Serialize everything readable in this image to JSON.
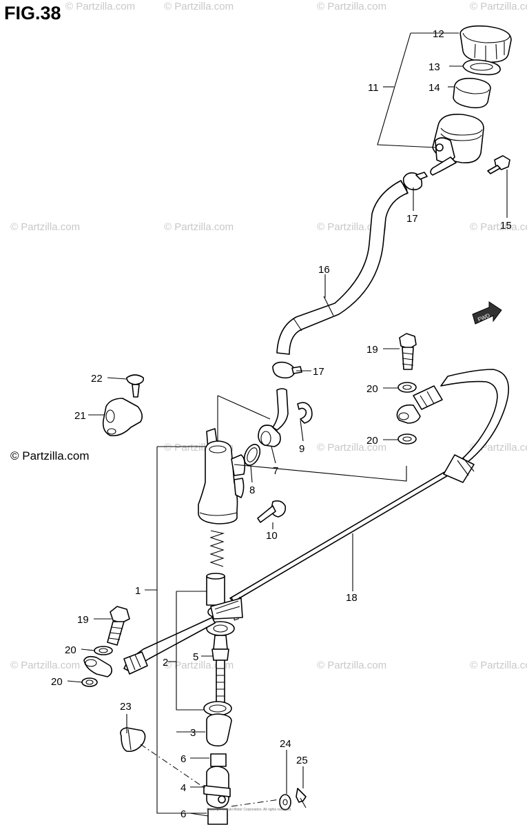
{
  "figure": {
    "title": "FIG.38",
    "credit": "© Partzilla.com",
    "copyright": "Copyright Suzuki Motor Corporation. All rights reserved.",
    "watermark": "© Partzilla.com"
  },
  "callouts": [
    {
      "id": "c1",
      "number": "1"
    },
    {
      "id": "c2",
      "number": "2"
    },
    {
      "id": "c3",
      "number": "3"
    },
    {
      "id": "c4",
      "number": "4"
    },
    {
      "id": "c5",
      "number": "5"
    },
    {
      "id": "c6a",
      "number": "6"
    },
    {
      "id": "c6b",
      "number": "6"
    },
    {
      "id": "c7",
      "number": "7"
    },
    {
      "id": "c8",
      "number": "8"
    },
    {
      "id": "c9",
      "number": "9"
    },
    {
      "id": "c10",
      "number": "10"
    },
    {
      "id": "c11",
      "number": "11"
    },
    {
      "id": "c12",
      "number": "12"
    },
    {
      "id": "c13",
      "number": "13"
    },
    {
      "id": "c14",
      "number": "14"
    },
    {
      "id": "c15",
      "number": "15"
    },
    {
      "id": "c16",
      "number": "16"
    },
    {
      "id": "c17a",
      "number": "17"
    },
    {
      "id": "c17b",
      "number": "17"
    },
    {
      "id": "c18",
      "number": "18"
    },
    {
      "id": "c19a",
      "number": "19"
    },
    {
      "id": "c19b",
      "number": "19"
    },
    {
      "id": "c20a",
      "number": "20"
    },
    {
      "id": "c20b",
      "number": "20"
    },
    {
      "id": "c20c",
      "number": "20"
    },
    {
      "id": "c20d",
      "number": "20"
    },
    {
      "id": "c21",
      "number": "21"
    },
    {
      "id": "c22",
      "number": "22"
    },
    {
      "id": "c23",
      "number": "23"
    },
    {
      "id": "c24",
      "number": "24"
    },
    {
      "id": "c25",
      "number": "25"
    }
  ],
  "fwd_arrow": {
    "label": "FWD"
  }
}
